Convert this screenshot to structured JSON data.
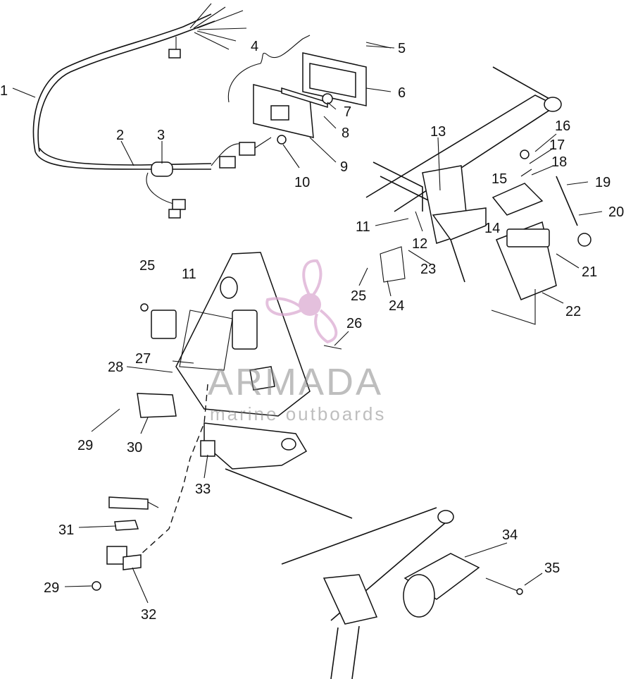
{
  "callouts": [
    {
      "label": "1"
    },
    {
      "label": "2"
    },
    {
      "label": "3"
    },
    {
      "label": "4"
    },
    {
      "label": "5"
    },
    {
      "label": "6"
    },
    {
      "label": "7"
    },
    {
      "label": "8"
    },
    {
      "label": "9"
    },
    {
      "label": "10"
    },
    {
      "label": "11"
    },
    {
      "label": "12"
    },
    {
      "label": "13"
    },
    {
      "label": "14"
    },
    {
      "label": "15"
    },
    {
      "label": "16"
    },
    {
      "label": "17"
    },
    {
      "label": "18"
    },
    {
      "label": "19"
    },
    {
      "label": "20"
    },
    {
      "label": "21"
    },
    {
      "label": "22"
    },
    {
      "label": "23"
    },
    {
      "label": "24"
    },
    {
      "label": "25"
    },
    {
      "label": "11"
    },
    {
      "label": "25"
    },
    {
      "label": "26"
    },
    {
      "label": "27"
    },
    {
      "label": "28"
    },
    {
      "label": "29"
    },
    {
      "label": "30"
    },
    {
      "label": "33"
    },
    {
      "label": "31"
    },
    {
      "label": "29"
    },
    {
      "label": "32"
    },
    {
      "label": "34"
    },
    {
      "label": "35"
    }
  ],
  "watermark": {
    "brand": "ARMADA",
    "tagline": "marine outboards",
    "logo_color": "#d9a6cf"
  },
  "colors": {
    "ink": "#111111",
    "background": "#ffffff",
    "watermark_text": "#8a8a8a"
  }
}
